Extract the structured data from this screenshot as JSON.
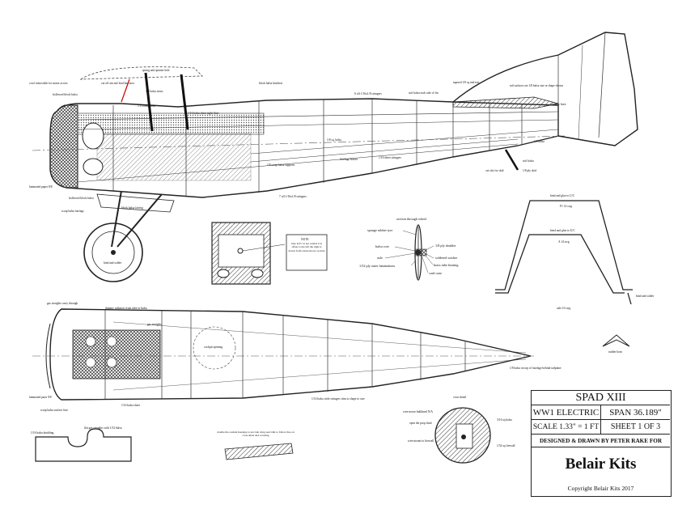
{
  "side_view": {
    "labels": [
      "cowl removable for motor access",
      "hollowed block balsa",
      "cut off aircraft lead line area",
      "1/8 balsa struts",
      "1/16 balsa strut",
      "1/16 balsa sheet right floor",
      "block balsa headrest",
      "6 off 1/16x1/8 stringers",
      "soft balsa each side of fin",
      "tapered 1/8 sq end rest",
      "tail surfaces are 1/8 balsa size or shape shown",
      "1/16 ply horn",
      "laminated paper 8/8",
      "hollowed block balsa",
      "1/8 scrap balsa supports",
      "fuselage braces",
      "1/8 sq. balsa",
      "1/16 sheet stringers",
      "7 off 1/16x1/8 stringers",
      "block balsa fairing",
      "scrap balsa fairings",
      "bind and solder",
      "1/8 ply skid",
      "cut slot for skid",
      "soft balsa",
      "1/8 balsa",
      "NOTE"
    ],
    "note_box": "hole in F1 is not central it is offset to the left the right is drawn from centre motor on hole",
    "spinner_label": "spring and spinner hole"
  },
  "wheel_section": {
    "title": "section through wheel",
    "labels": [
      "sponge rubber tyre",
      "balsa core",
      "axle",
      "1/32 ply outer laminations",
      "1/8 ply doubler",
      "soldered washer",
      "brass tube bearing",
      "card cone"
    ]
  },
  "cabane": {
    "labels": [
      "bind and glue to U/C",
      "F1 14 swg",
      "bend and glue to U/C",
      "A 14 swg",
      "bind and solder",
      "axle 16 swg"
    ]
  },
  "top_view": {
    "labels": [
      "gas straights carry through",
      "dummy radiators from tube or balsa",
      "gas straights",
      "cockpit opening",
      "laminated parts 9/8",
      "scrap balsa surface fuse",
      "1/16 balsa sheet",
      "1/16 balsa wide stringers trim to shape to size",
      "1/8 balsa on top of fuselage behind tailplane",
      "rudder horn"
    ]
  },
  "cross_sections": {
    "labels": [
      "1/16 balsa doubling",
      "flat gas straights with 1/32 balsa",
      "double the outside fuselage to provide wing seat trim to follow line on cross sheet and covering",
      "cross detail",
      "wire motor bulkhead N/A",
      "open the prop shaft",
      "wire mount to firewall",
      "3/16 sq balsa",
      "1/32 sq firewall"
    ]
  },
  "title_block": {
    "title": "SPAD XIII",
    "subtitle": "WW1 ELECTRIC",
    "span": "SPAN 36.189\"",
    "scale": "SCALE 1.33\" = 1 FT",
    "sheet": "SHEET 1 OF 3",
    "designer": "DESIGNED & DRAWN BY PETER RAKE FOR",
    "brand": "Belair Kits",
    "copyright": "Copyright Belair Kits 2017"
  }
}
